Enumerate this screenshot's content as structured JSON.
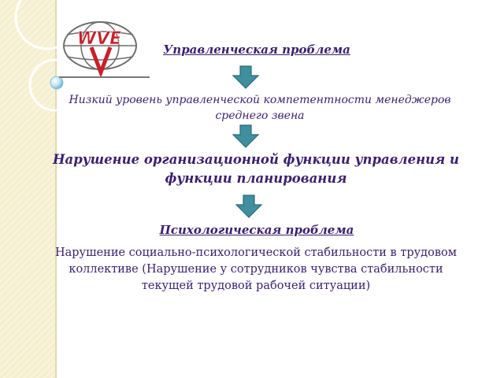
{
  "colors": {
    "text": "#3b1f6e",
    "arrow_fill": "#3f8f9e",
    "arrow_stroke": "#2b6a77",
    "band": "#f6efcf",
    "logo_red": "#c8202a"
  },
  "logo": {
    "text": "WVE"
  },
  "flow": {
    "heading_1": "Управленческая проблема",
    "description_1": "Низкий уровень управленческой компетентности менеджеров среднего звена",
    "heading_2": "Нарушение организационной функции управления и функции планирования",
    "heading_3": "Психологическая проблема",
    "description_3": "Нарушение социально-психологической стабильности в трудовом коллективе (Нарушение  у сотрудников чувства стабильности текущей трудовой  рабочей ситуации)"
  },
  "icons": {
    "arrow": "down-arrow-icon",
    "logo_globe": "globe-icon"
  }
}
